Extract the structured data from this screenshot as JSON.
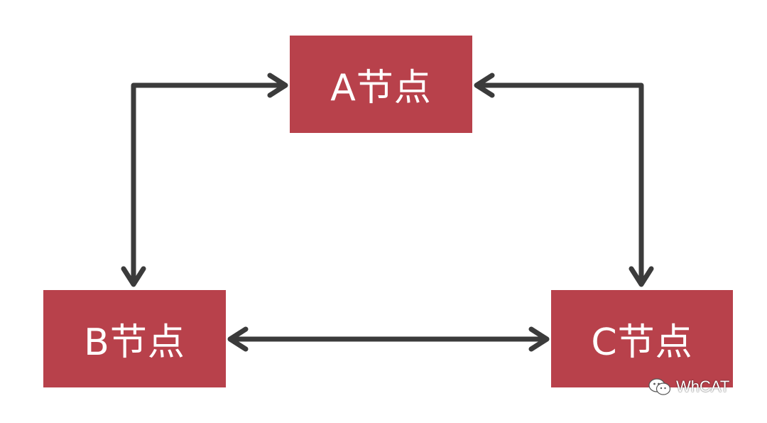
{
  "diagram": {
    "node_color": "#b8414b",
    "edge_color": "#3b3b3b",
    "text_color": "#ffffff",
    "nodes": [
      {
        "id": "a",
        "label": "A节点"
      },
      {
        "id": "b",
        "label": "B节点"
      },
      {
        "id": "c",
        "label": "C节点"
      }
    ],
    "edges": [
      {
        "from": "a",
        "to": "b",
        "bidirectional": true
      },
      {
        "from": "a",
        "to": "c",
        "bidirectional": true
      },
      {
        "from": "b",
        "to": "c",
        "bidirectional": true
      }
    ]
  },
  "watermark": {
    "icon": "wechat-icon",
    "text": "WhCAT"
  }
}
